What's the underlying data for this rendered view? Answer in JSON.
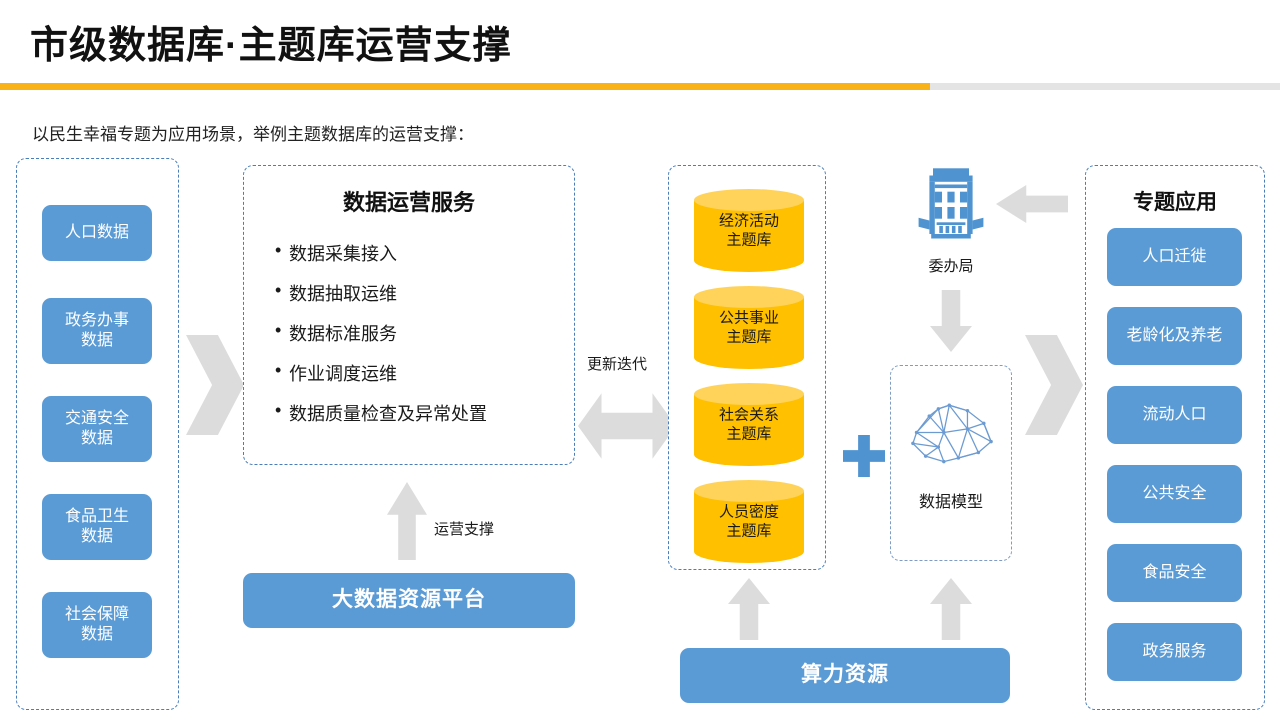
{
  "header": {
    "title": "市级数据库·主题库运营支撑",
    "accent_color": "#F9B218",
    "rule_rest_color": "#E4E4E4"
  },
  "subtitle": "以民生幸福专题为应用场景，举例主题数据库的运营支撑：",
  "colors": {
    "blue_chip": "#5B9BD5",
    "cylinder": "#FFC000",
    "cylinder_top": "#FFD35A",
    "arrow_gray": "#DCDCDC",
    "dashed_border": "#4A7EBB"
  },
  "source_panel": {
    "items": [
      {
        "label": "人口数据"
      },
      {
        "label": "政务办事\n数据"
      },
      {
        "label": "交通安全\n数据"
      },
      {
        "label": "食品卫生\n数据"
      },
      {
        "label": "社会保障\n数据"
      }
    ]
  },
  "service_panel": {
    "title": "数据运营服务",
    "bullet_marker": "•",
    "bullets": [
      "数据采集接入",
      "数据抽取运维",
      "数据标准服务",
      "作业调度运维",
      "数据质量检查及异常处置"
    ]
  },
  "platform_box": {
    "label": "大数据资源平台"
  },
  "compute_box": {
    "label": "算力资源"
  },
  "theme_panel": {
    "cylinders": [
      {
        "label": "经济活动\n主题库"
      },
      {
        "label": "公共事业\n主题库"
      },
      {
        "label": "社会关系\n主题库"
      },
      {
        "label": "人员密度\n主题库"
      }
    ]
  },
  "plus_symbol": "+",
  "model_box": {
    "icon": "network-mesh-icon",
    "label": "数据模型"
  },
  "bureau": {
    "icon": "government-building-icon",
    "label": "委办局"
  },
  "app_panel": {
    "title": "专题应用",
    "items": [
      {
        "label": "人口迁徙"
      },
      {
        "label": "老龄化及养老"
      },
      {
        "label": "流动人口"
      },
      {
        "label": "公共安全"
      },
      {
        "label": "食品安全"
      },
      {
        "label": "政务服务"
      }
    ]
  },
  "arrows": {
    "source_to_service": "chevron-right-arrow",
    "update_iterate_label": "更新迭代",
    "ops_support_label": "运营支撑",
    "theme_to_apps": "chevron-right-arrow",
    "apps_to_bureau": "left-arrow",
    "bureau_to_model": "down-arrow",
    "compute_to_theme": "up-arrow",
    "compute_to_model": "up-arrow",
    "platform_to_service": "up-arrow"
  }
}
